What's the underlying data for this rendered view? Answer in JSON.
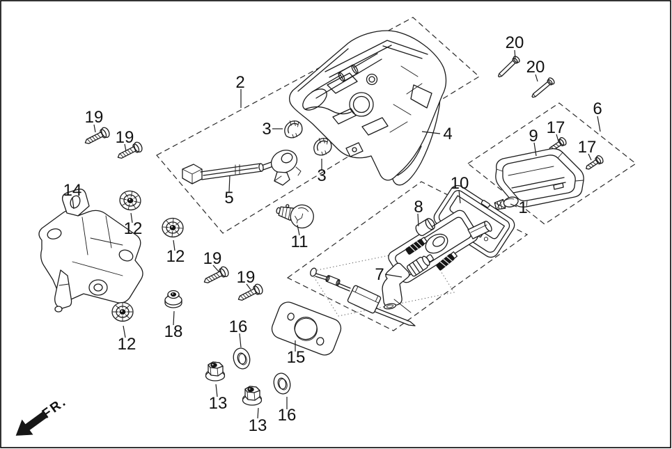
{
  "callouts": [
    {
      "part": "2"
    },
    {
      "part": "19"
    },
    {
      "part": "19"
    },
    {
      "part": "3"
    },
    {
      "part": "3"
    },
    {
      "part": "4"
    },
    {
      "part": "5"
    },
    {
      "part": "11"
    },
    {
      "part": "20"
    },
    {
      "part": "20"
    },
    {
      "part": "6"
    },
    {
      "part": "17"
    },
    {
      "part": "17"
    },
    {
      "part": "9"
    },
    {
      "part": "1"
    },
    {
      "part": "10"
    },
    {
      "part": "8"
    },
    {
      "part": "7"
    },
    {
      "part": "14"
    },
    {
      "part": "12"
    },
    {
      "part": "12"
    },
    {
      "part": "12"
    },
    {
      "part": "18"
    },
    {
      "part": "19"
    },
    {
      "part": "19"
    },
    {
      "part": "16"
    },
    {
      "part": "16"
    },
    {
      "part": "15"
    },
    {
      "part": "13"
    },
    {
      "part": "13"
    }
  ],
  "direction_indicator": {
    "text": "FR."
  }
}
